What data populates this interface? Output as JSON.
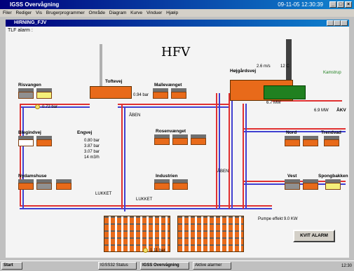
{
  "app": {
    "title": "IGSS Overvågning",
    "clock": "09-11-05 12:30:39"
  },
  "menu": [
    "Filer",
    "Rediger",
    "Vis",
    "Brugerprogrammer",
    "Område",
    "Diagram",
    "Kurve",
    "Vinduer",
    "Hjælp"
  ],
  "child_window": {
    "title": "HIRNING_FJV"
  },
  "alarm_label": "TLF alarm :",
  "logo_text": "HFV",
  "plant": {
    "name": "Højgårdsvej",
    "wind": "2.6 m/s",
    "temperature": "12 C",
    "power": "6.7 MW",
    "power2": "6.9 MW",
    "akv": "ÅKV",
    "kamstrup": "Kamstrup",
    "pump_effect": "Pumpe effekt  9.0 KW"
  },
  "areas": {
    "risvangen": {
      "label": "Risvangen",
      "pressure": "0.72 bar"
    },
    "toftevej": {
      "label": "Toftevej",
      "pressure": "0.94 bar"
    },
    "mallevaenget": {
      "label": "Mallevænget"
    },
    "blegindvej": {
      "label": "Blegindvej"
    },
    "engvej": {
      "label": "Engvej",
      "values": [
        "0.80 bar",
        "3.87 bar",
        "3.07 bar",
        "14 m3/h"
      ]
    },
    "rosenvaenget": {
      "label": "Rosenvænget"
    },
    "nord": {
      "label": "Nord"
    },
    "trendvad": {
      "label": "Trendvad"
    },
    "nydamshuse": {
      "label": "Nydamshuse"
    },
    "industrien": {
      "label": "Industrien"
    },
    "vest": {
      "label": "Vest"
    },
    "spongbakken": {
      "label": "Spongbakken"
    },
    "bottom": {
      "pressure": "1.11 bar"
    }
  },
  "valve_labels": {
    "aaben1": "ÅBEN",
    "aaben2": "ÅBEN",
    "lukket1": "LUKKET",
    "lukket2": "LUKKET"
  },
  "buttons": {
    "kvit_alarm": "KVIT ALARM"
  },
  "taskbar": {
    "start": "Start",
    "items": [
      "IGSS32 Status",
      "IGSS Overvågning",
      "Aktive alarmer"
    ],
    "time": "12:30"
  },
  "colors": {
    "supply": "#e03030",
    "return": "#4040d0",
    "titlebar": "#00007b"
  }
}
